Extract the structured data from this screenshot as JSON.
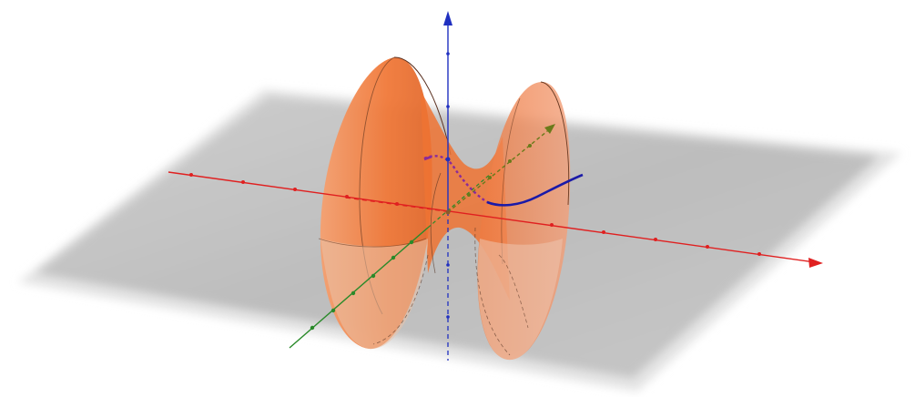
{
  "scene": {
    "description_type": "3D graphics view",
    "colors": {
      "background": "#ffffff",
      "plane": "#bdbdbd",
      "surface": "#f07838",
      "surface_edge": "#8a4a2a",
      "x_axis": "#e02020",
      "y_axis": "#2a8a2a",
      "z_axis": "#2030c0",
      "curve_blue": "#1a1aa8",
      "curve_purple": "#8a2a9a",
      "curve_olive": "#6a7a1a"
    },
    "objects": [
      "xy-plane",
      "x-axis",
      "y-axis",
      "z-axis",
      "hyperboloid-surface",
      "blue-curve",
      "purple-dotted-curve",
      "olive-dashed-line"
    ]
  }
}
